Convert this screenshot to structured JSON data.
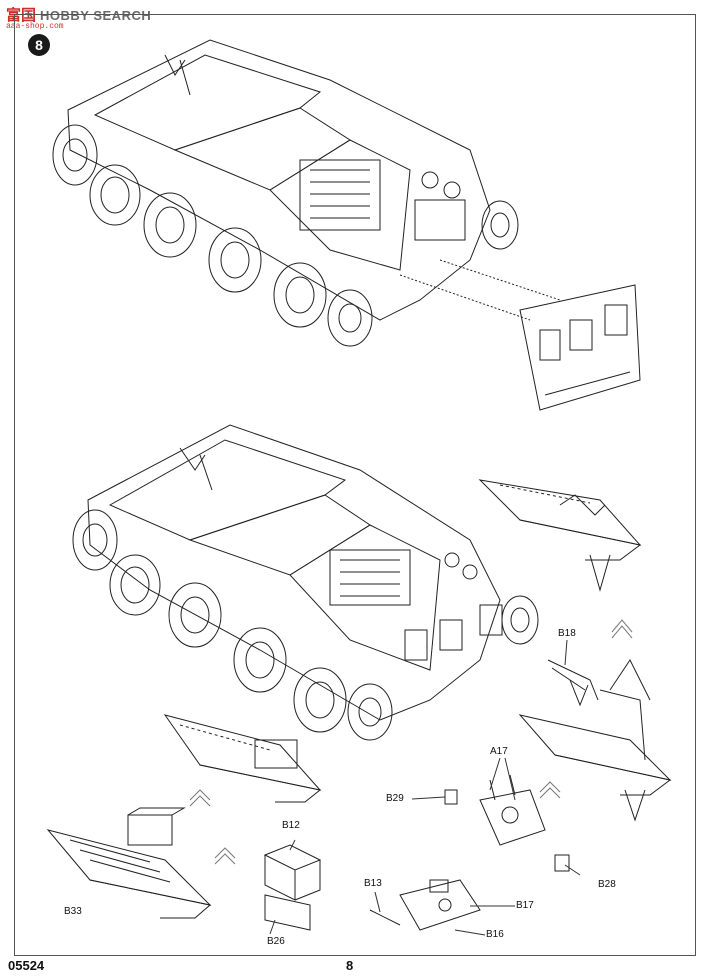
{
  "watermark": {
    "brand_cn": "富国",
    "brand_en": "HOBBY SEARCH",
    "url": "aaa-shop.com"
  },
  "step": {
    "number": "8"
  },
  "labels": {
    "b18": "B18",
    "a17": "A17",
    "b29": "B29",
    "b12": "B12",
    "b28": "B28",
    "b13": "B13",
    "b17": "B17",
    "b33": "B33",
    "b26": "B26",
    "b16": "B16"
  },
  "footer": {
    "product_code": "05524",
    "page_number": "8"
  }
}
